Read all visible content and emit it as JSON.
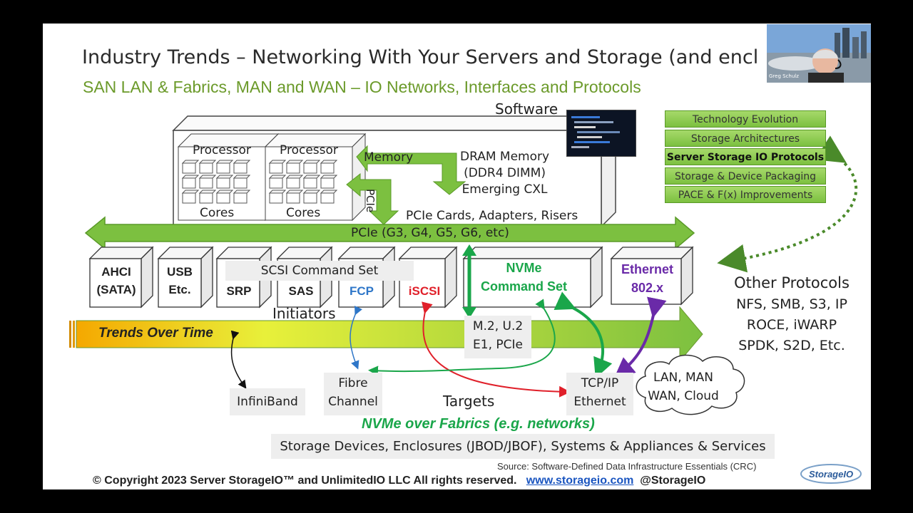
{
  "title": "Industry Trends – Networking With Your Servers and Storage (and encl",
  "subtitle": "SAN LAN & Fabrics, MAN and WAN – IO Networks, Interfaces and Protocols",
  "server": {
    "software": "Software",
    "processor1": "Processor",
    "processor2": "Processor",
    "cores1": "Cores",
    "cores2": "Cores",
    "memory": "Memory",
    "pcie_vertical": "PCIe",
    "dram_lines": [
      "DRAM Memory",
      "(DDR4 DIMM)",
      "Emerging CXL"
    ],
    "pcie_cards": "PCIe Cards, Adapters, Risers"
  },
  "pcie_bus": "PCIe (G3, G4, G5, G6, etc)",
  "interfaces": {
    "ahci": [
      "AHCI",
      "(SATA)"
    ],
    "usb": [
      "USB",
      "Etc."
    ],
    "scsi_command_set": "SCSI Command Set",
    "srp": "SRP",
    "sas": "SAS",
    "fcp": "FCP",
    "iscsi": "iSCSI",
    "nvme": [
      "NVMe",
      "Command Set"
    ],
    "ethernet": [
      "Ethernet",
      "802.x"
    ],
    "initiators": "Initiators"
  },
  "trends": "Trends Over Time",
  "m2": [
    "M.2, U.2",
    "E1, PCIe"
  ],
  "targets": {
    "infiniband": "InfiniBand",
    "fibre_channel": [
      "Fibre",
      "Channel"
    ],
    "targets_label": "Targets",
    "tcpip": [
      "TCP/IP",
      "Ethernet"
    ],
    "cloud": [
      "LAN, MAN",
      "WAN, Cloud"
    ]
  },
  "nvme_fabrics": "NVMe over Fabrics (e.g. networks)",
  "storage_devices": "Storage Devices, Enclosures (JBOD/JBOF), Systems & Appliances & Services",
  "menu": [
    {
      "label": "Technology Evolution",
      "active": false
    },
    {
      "label": "Storage Architectures",
      "active": false
    },
    {
      "label": "Server Storage IO Protocols",
      "active": true
    },
    {
      "label": "Storage & Device Packaging",
      "active": false
    },
    {
      "label": "PACE & F(x) Improvements",
      "active": false
    }
  ],
  "other_protocols": {
    "heading": "Other Protocols",
    "lines": [
      "NFS, SMB, S3, IP",
      "ROCE, iWARP",
      "SPDK, S2D, Etc."
    ]
  },
  "source": "Source: Software-Defined Data Infrastructure Essentials (CRC)",
  "footer": {
    "copyright": "© Copyright 2023 Server StorageIO™ and UnlimitedIO LLC All rights reserved.",
    "link": "www.storageio.com",
    "handle": "@StorageIO"
  },
  "logo_text": "StorageIO",
  "webcam_name": "Greg Schulz",
  "colors": {
    "green_arrow": "#7cc040",
    "nvme_green": "#1aa64a",
    "ethernet_purple": "#6a2aa8",
    "fcp_blue": "#2e76c8",
    "iscsi_red": "#e0202a",
    "subtitle_green": "#6b9a2a",
    "trend_gradient": [
      "#f5a800",
      "#e8f03a",
      "#7cc040"
    ]
  }
}
